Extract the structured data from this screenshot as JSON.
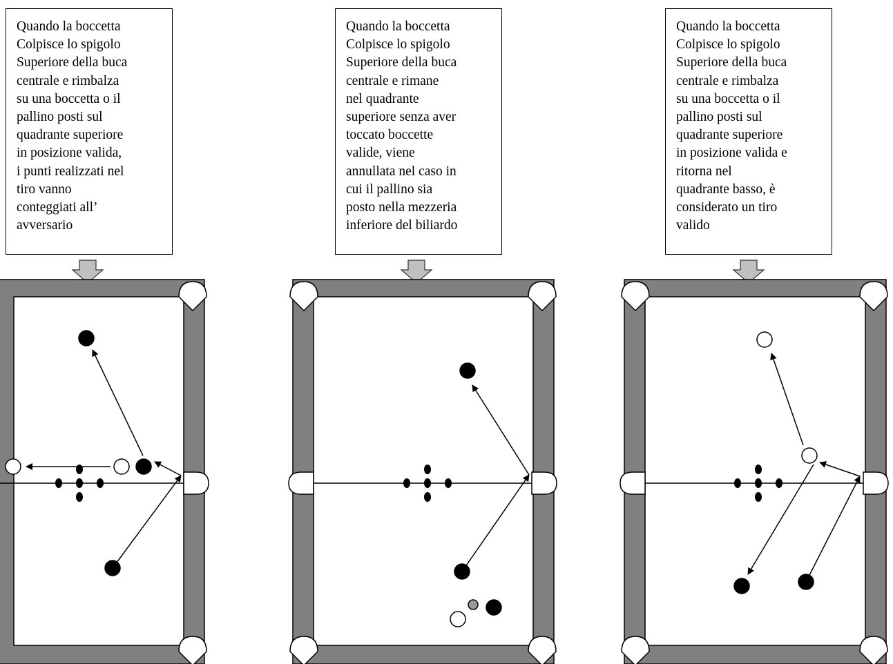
{
  "panels": [
    {
      "caption_lines": [
        "Quando la boccetta",
        "Colpisce lo spigolo",
        "Superiore della buca",
        "centrale e rimbalza",
        "su una boccetta o il",
        "pallino posti sul",
        "quadrante superiore",
        "in posizione valida,",
        "i punti realizzati nel",
        "tiro vanno",
        "conteggiati all’",
        "avversario"
      ]
    },
    {
      "caption_lines": [
        "Quando la boccetta",
        "Colpisce lo spigolo",
        "Superiore della buca",
        "centrale e rimane",
        "nel quadrante",
        "superiore senza aver",
        "toccato boccette",
        "valide, viene",
        "annullata nel caso in",
        "cui il pallino sia",
        "posto nella mezzeria",
        "inferiore del biliardo"
      ]
    },
    {
      "caption_lines": [
        "Quando la boccetta",
        "Colpisce lo spigolo",
        "Superiore della buca",
        "centrale e rimbalza",
        "su una boccetta o il",
        "pallino posti sul",
        "quadrante superiore",
        "in posizione valida e",
        "ritorna nel",
        "quadrante basso, è",
        "considerato un tiro",
        "valido"
      ]
    }
  ],
  "colors": {
    "cushion": "#808080",
    "arrow_fill": "#c0c0c0",
    "ball_black": "#000000",
    "ball_white": "#ffffff",
    "ball_grey": "#9a9a9a"
  }
}
